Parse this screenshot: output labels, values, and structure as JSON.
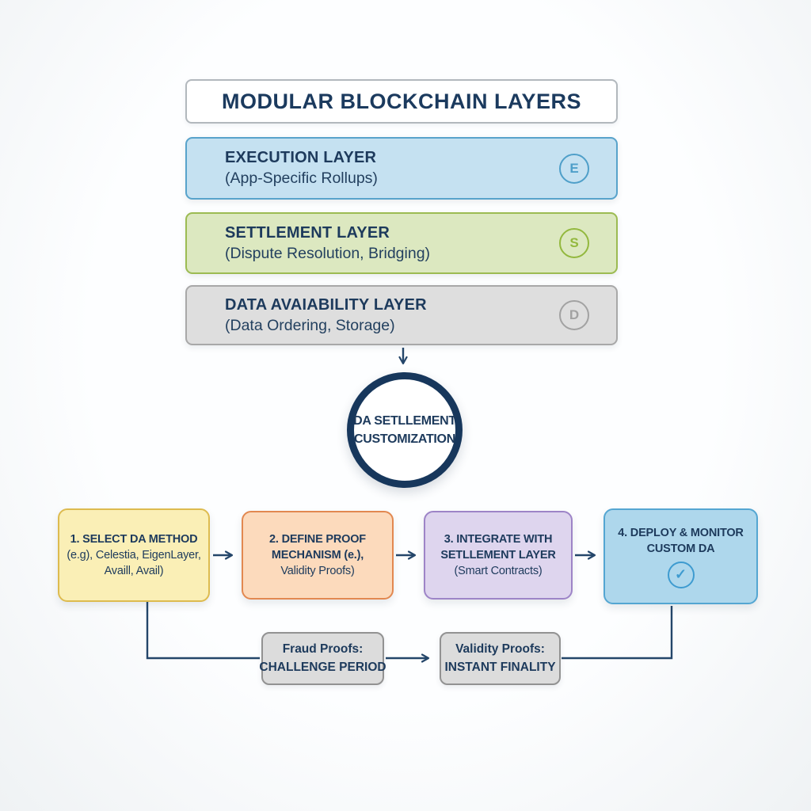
{
  "title": "MODULAR BLOCKCHAIN LAYERS",
  "layers": [
    {
      "name": "EXECUTION LAYER",
      "subtitle": "(App-Specific Rollups)",
      "badge": "E"
    },
    {
      "name": "SETTLEMENT LAYER",
      "subtitle": "(Dispute Resolution, Bridging)",
      "badge": "S"
    },
    {
      "name": "DATA AVAIABILITY LAYER",
      "subtitle": "(Data Ordering, Storage)",
      "badge": "D"
    }
  ],
  "hub": {
    "line1": "DA SETLLEMENT",
    "line2": "CUSTOMIZATION"
  },
  "steps": [
    {
      "l1": "1. SELECT DA METHOD",
      "l2": "(e.g), Celestia, EigenLayer,",
      "l3": "Availl, Avail)"
    },
    {
      "l1": "2. DEFINE PROOF",
      "l2": "MECHANISM (e.),",
      "l3": "Validity Proofs)"
    },
    {
      "l1": "3. INTEGRATE WITH",
      "l2": "SETLLEMENT LAYER",
      "l3": "(Smart Contracts)"
    },
    {
      "l1": "4. DEPLOY & MONITOR",
      "l2": "CUSTOM DA",
      "check": "✓"
    }
  ],
  "outcomes": [
    {
      "line1": "Fraud Proofs:",
      "line2": "CHALLENGE PERIOD"
    },
    {
      "line1": "Validity Proofs:",
      "line2": "INSTANT FINALITY"
    }
  ],
  "colors": {
    "text_navy": "#1d3a5c",
    "arrow": "#24466a",
    "hub_ring": "#17375c",
    "execution_fill": "#c5e1f1",
    "execution_border": "#58a3cb",
    "settlement_fill": "#dce8c0",
    "settlement_border": "#9cbb52",
    "data_fill": "#dedede",
    "data_border": "#a8a8a8",
    "step1_fill": "#faefb6",
    "step1_border": "#ddbb4f",
    "step2_fill": "#fcdabc",
    "step2_border": "#e28850",
    "step3_fill": "#ded5ee",
    "step3_border": "#9d84c7",
    "step4_fill": "#aed7ec",
    "step4_border": "#54a6d2",
    "outcome_fill": "#dcdcdc",
    "outcome_border": "#929292"
  }
}
